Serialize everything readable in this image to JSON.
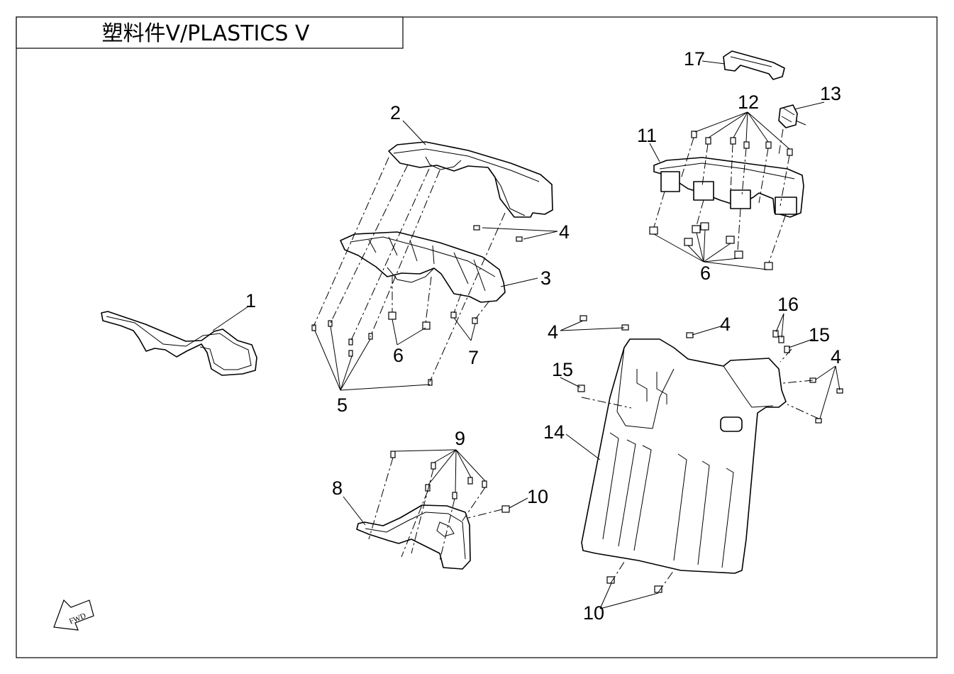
{
  "title": {
    "text": "塑料件Ⅴ/PLASTICS Ⅴ"
  },
  "fwd_label": "FWD",
  "callouts": {
    "c1": "1",
    "c2": "2",
    "c3": "3",
    "c4a": "4",
    "c4b": "4",
    "c4c": "4",
    "c4d": "4",
    "c5": "5",
    "c6a": "6",
    "c6b": "6",
    "c7": "7",
    "c8": "8",
    "c9": "9",
    "c10a": "10",
    "c10b": "10",
    "c11": "11",
    "c12": "12",
    "c13": "13",
    "c14": "14",
    "c15a": "15",
    "c15b": "15",
    "c16": "16",
    "c17": "17"
  }
}
